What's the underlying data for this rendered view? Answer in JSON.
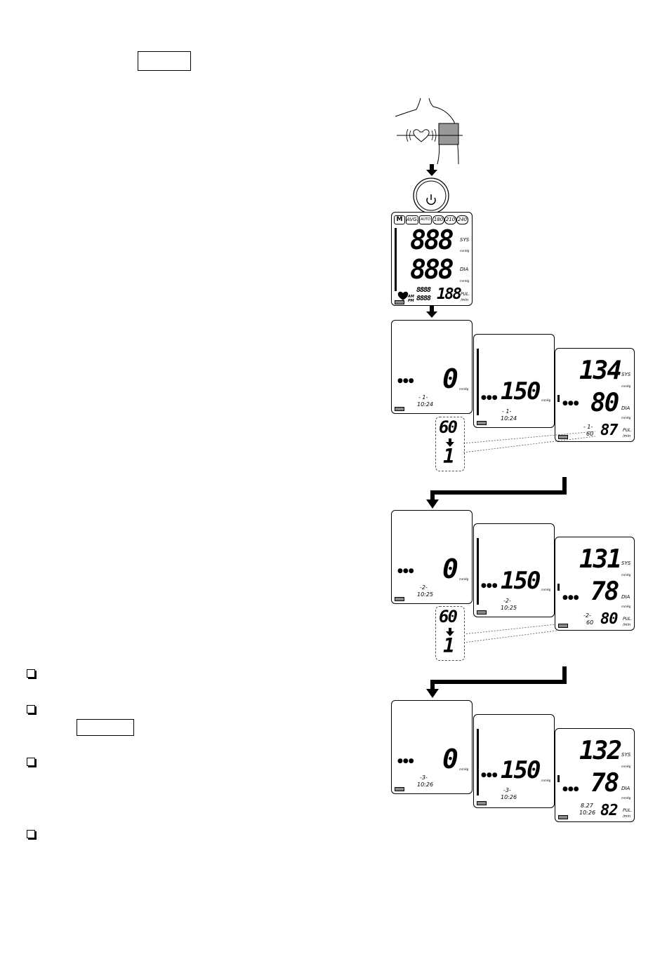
{
  "page": {
    "background": "#ffffff",
    "ink": "#000000"
  },
  "placeholders": [
    "",
    ""
  ],
  "checkboxes": 4,
  "icons": [
    "arm-cuff-icon",
    "power-button-icon",
    "heart-icon",
    "battery-icon",
    "cuff-indicator-icon"
  ],
  "full_display": {
    "badges": [
      "M",
      "AVG.",
      "AUTO",
      "180",
      "210",
      "240"
    ],
    "sys_digits": "888",
    "dia_digits": "888",
    "pulse_digits": "188",
    "date_digits": "8888",
    "time_digits": "8888",
    "am_label": "AM",
    "pm_label": "PM",
    "sys_label": "SYS",
    "dia_label": "DIA",
    "pul_label": "PUL.",
    "min_label": "/min",
    "unit": "mmHg"
  },
  "interval_change": {
    "from": "60",
    "to": "1"
  },
  "measurements": [
    {
      "index_label": "- 1-",
      "time": "10:24",
      "start": {
        "pressure": "0",
        "unit": "mmHg"
      },
      "inflating": {
        "pressure": "150",
        "unit": "mmHg"
      },
      "result": {
        "sys": "134",
        "dia": "80",
        "pulse": "87",
        "interval": "60",
        "index_label": "- 1-",
        "sys_label": "SYS",
        "dia_label": "DIA",
        "pul_label": "PUL.",
        "min_label": "/min",
        "unit": "mmHg"
      }
    },
    {
      "index_label": "-2-",
      "time": "10:25",
      "start": {
        "pressure": "0",
        "unit": "mmHg"
      },
      "inflating": {
        "pressure": "150",
        "unit": "mmHg"
      },
      "result": {
        "sys": "131",
        "dia": "78",
        "pulse": "80",
        "interval": "60",
        "index_label": "-2-",
        "sys_label": "SYS",
        "dia_label": "DIA",
        "pul_label": "PUL.",
        "min_label": "/min",
        "unit": "mmHg"
      }
    },
    {
      "index_label": "-3-",
      "time": "10:26",
      "start": {
        "pressure": "0",
        "unit": "mmHg"
      },
      "inflating": {
        "pressure": "150",
        "unit": "mmHg"
      },
      "result": {
        "sys": "132",
        "dia": "78",
        "pulse": "82",
        "date": "8.27",
        "time": "10:26",
        "sys_label": "SYS",
        "dia_label": "DIA",
        "pul_label": "PUL.",
        "min_label": "/min",
        "unit": "mmHg"
      }
    }
  ]
}
